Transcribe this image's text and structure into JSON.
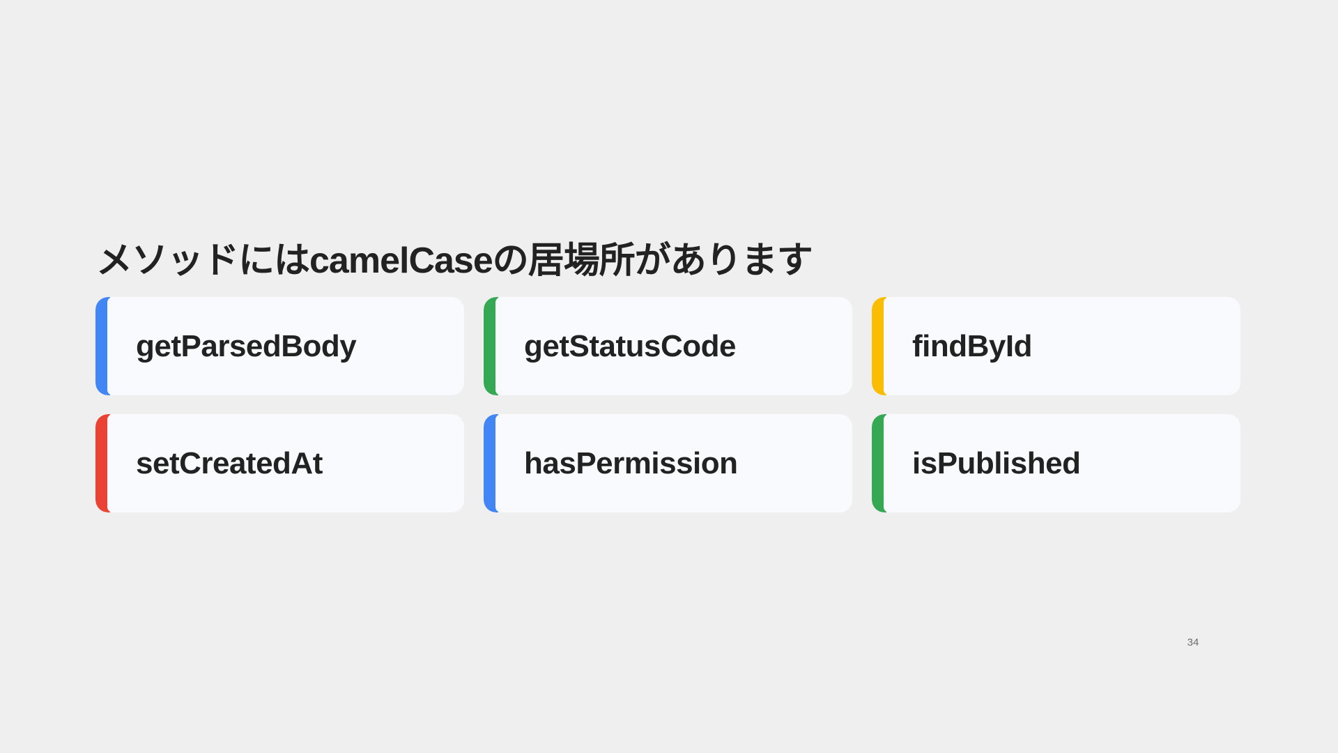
{
  "slide": {
    "title": "メソッドにはcamelCaseの居場所があります",
    "page_number": "34"
  },
  "colors": {
    "background": "#efefef",
    "card_background": "#f8fafd",
    "blue": "#4285f4",
    "green": "#34a853",
    "yellow": "#fbbc04",
    "red": "#ea4335"
  },
  "cards": [
    {
      "label": "getParsedBody",
      "accent": "#4285f4"
    },
    {
      "label": "getStatusCode",
      "accent": "#34a853"
    },
    {
      "label": "findById",
      "accent": "#fbbc04"
    },
    {
      "label": "setCreatedAt",
      "accent": "#ea4335"
    },
    {
      "label": "hasPermission",
      "accent": "#4285f4"
    },
    {
      "label": "isPublished",
      "accent": "#34a853"
    }
  ]
}
